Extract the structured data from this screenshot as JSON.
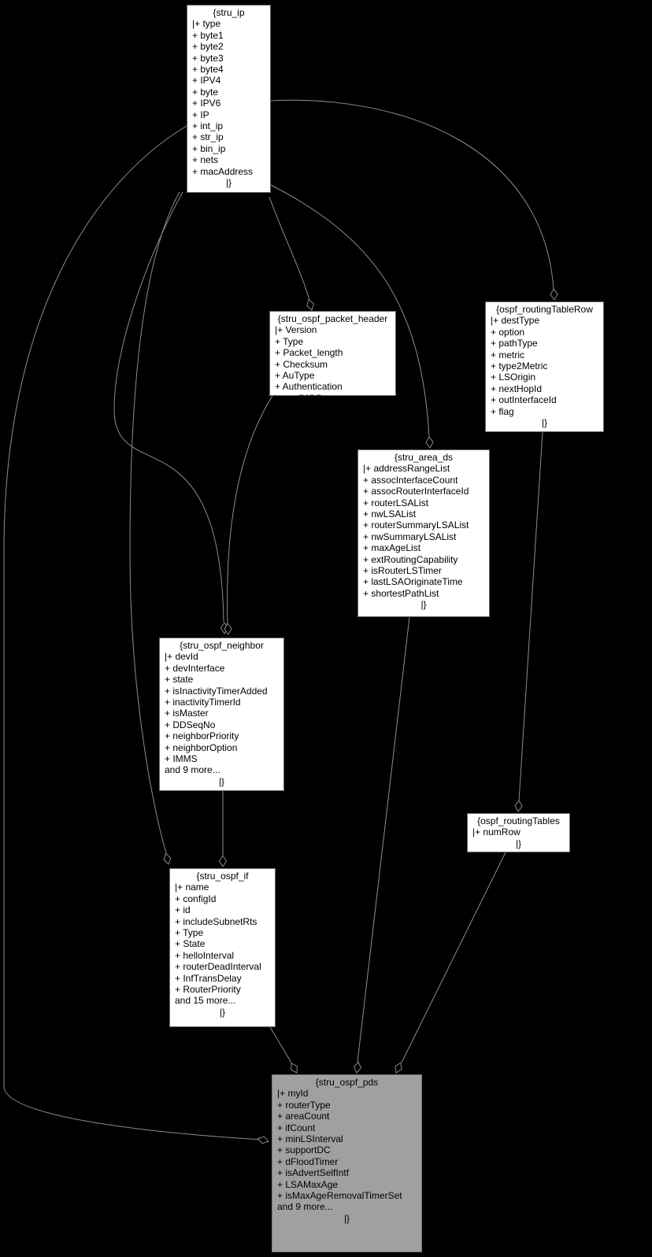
{
  "nodes": [
    {
      "id": "stru_ip",
      "title": "{stru_ip",
      "first": "|+ type",
      "members": [
        "+ byte1",
        "+ byte2",
        "+ byte3",
        "+ byte4",
        "+ IPV4",
        "+ byte",
        "+ IPV6",
        "+ IP",
        "+ int_ip",
        "+ str_ip",
        "+ bin_ip",
        "+ nets",
        "+ macAddress"
      ],
      "end": "|}"
    },
    {
      "id": "stru_ospf_packet_header",
      "title": "{stru_ospf_packet_header",
      "first": "|+ Version",
      "members": [
        "+ Type",
        "+ Packet_length",
        "+ Checksum",
        "+ AuType",
        "+ Authentication",
        "+ ospfMSG"
      ],
      "end": "|}"
    },
    {
      "id": "ospf_routingTableRow",
      "title": "{ospf_routingTableRow",
      "first": "|+ destType",
      "members": [
        "+ option",
        "+ pathType",
        "+ metric",
        "+ type2Metric",
        "+ LSOrigin",
        "+ nextHopId",
        "+ outInterfaceId",
        "+ flag"
      ],
      "end": "|}"
    },
    {
      "id": "stru_area_ds",
      "title": "{stru_area_ds",
      "first": "|+ addressRangeList",
      "members": [
        "+ assocInterfaceCount",
        "+ assocRouterInterfaceId",
        "+ routerLSAList",
        "+ nwLSAList",
        "+ routerSummaryLSAList",
        "+ nwSummaryLSAList",
        "+ maxAgeList",
        "+ extRoutingCapability",
        "+ isRouterLSTimer",
        "+ lastLSAOriginateTime",
        "+ shortestPathList"
      ],
      "end": "|}"
    },
    {
      "id": "stru_ospf_neighbor",
      "title": "{stru_ospf_neighbor",
      "first": "|+ devId",
      "members": [
        "+ devInterface",
        "+ state",
        "+ isInactivityTimerAdded",
        "+ inactivityTimerId",
        "+ isMaster",
        "+ DDSeqNo",
        "+ neighborPriority",
        "+ neighborOption",
        "+ IMMS",
        "and 9 more..."
      ],
      "end": "|}"
    },
    {
      "id": "ospf_routingTables",
      "title": "{ospf_routingTables",
      "first": "|+ numRow",
      "members": [],
      "end": "|}"
    },
    {
      "id": "stru_ospf_if",
      "title": "{stru_ospf_if",
      "first": "|+ name",
      "members": [
        "+ configId",
        "+ id",
        "+ includeSubnetRts",
        "+ Type",
        "+ State",
        "+ helloInterval",
        "+ routerDeadInterval",
        "+ InfTransDelay",
        "+ RouterPriority",
        "and 15 more..."
      ],
      "end": "|}"
    },
    {
      "id": "stru_ospf_pds",
      "title": "{stru_ospf_pds",
      "first": "|+ myId",
      "members": [
        "+ routerType",
        "+ areaCount",
        "+ ifCount",
        "+ minLSInterval",
        "+ supportDC",
        "+ dFloodTimer",
        "+ isAdvertSelfIntf",
        "+ LSAMaxAge",
        "+ isMaxAgeRemovalTimerSet",
        "and 9 more..."
      ],
      "end": "|}",
      "focus": true
    }
  ],
  "colors": {
    "edge": "#8c8c8c",
    "node_bg": "#ffffff",
    "focus_bg": "#a0a0a0",
    "background": "#000000"
  }
}
